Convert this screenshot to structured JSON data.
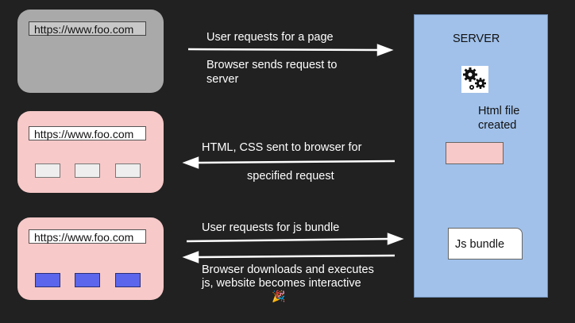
{
  "browsers": [
    {
      "url": "https://www.foo.com"
    },
    {
      "url": "https://www.foo.com"
    },
    {
      "url": "https://www.foo.com"
    }
  ],
  "arrows": {
    "request_page": "User requests for a page",
    "send_request_line1": "Browser sends request to",
    "send_request_line2": "server",
    "html_css_line1": "HTML, CSS sent to browser for",
    "html_css_line2": "specified request",
    "js_request": "User requests for js bundle",
    "download_line1": "Browser downloads and executes",
    "download_line2": "js, website becomes interactive",
    "celebration": "🎉"
  },
  "server": {
    "title": "SERVER",
    "html_label_line1": "Html file",
    "html_label_line2": "created",
    "js_bundle": "Js bundle"
  },
  "colors": {
    "background": "#212121",
    "browser_grey": "#a9a9a9",
    "browser_pink": "#f7c9c9",
    "server_blue": "#a1c1ea",
    "js_button_blue": "#5b66ec"
  }
}
